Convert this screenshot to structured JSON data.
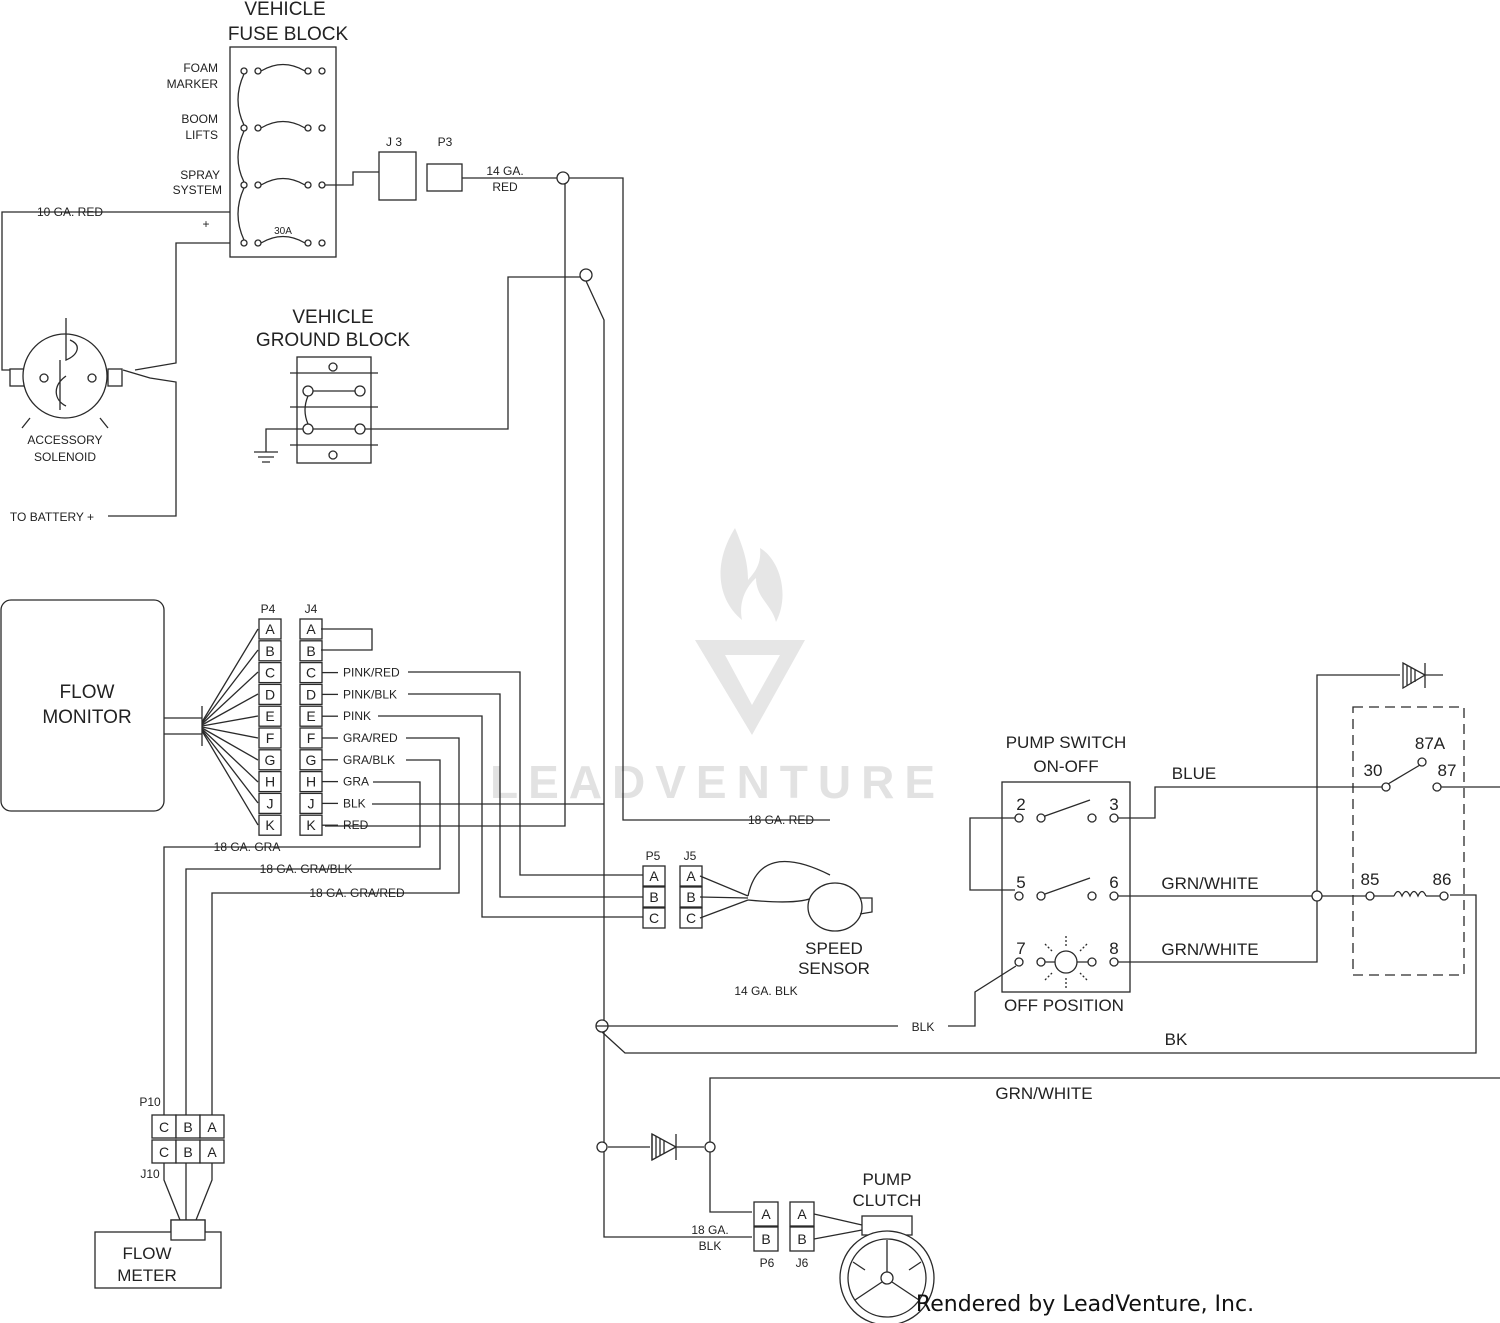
{
  "watermark": {
    "text": "LEADVENTURE"
  },
  "fuse_block": {
    "title_line1": "VEHICLE",
    "title_line2": "FUSE BLOCK",
    "foam_marker_1": "FOAM",
    "foam_marker_2": "MARKER",
    "boom_lifts_1": "BOOM",
    "boom_lifts_2": "LIFTS",
    "spray_system_1": "SPRAY",
    "spray_system_2": "SYSTEM",
    "fuse_rating": "30A",
    "plus": "+"
  },
  "connectors": {
    "j3": "J 3",
    "p3": "P3",
    "p4": "P4",
    "j4": "J4",
    "p5": "P5",
    "j5": "J5",
    "p10": "P10",
    "j10": "J10",
    "p6": "P6",
    "j6": "J6",
    "p4_pins": [
      "A",
      "B",
      "C",
      "D",
      "E",
      "F",
      "G",
      "H",
      "J",
      "K"
    ],
    "p5_pins": [
      "A",
      "B",
      "C"
    ],
    "p6_pins": [
      "A",
      "B"
    ],
    "p10_pins": [
      "C",
      "B",
      "A"
    ]
  },
  "wires": {
    "red_10ga": "10 GA. RED",
    "red_14ga_1": "14 GA.",
    "red_14ga_2": "RED",
    "to_battery": "TO BATTERY +",
    "j4_labels": [
      "",
      "",
      "PINK/RED",
      "PINK/BLK",
      "PINK",
      "GRA/RED",
      "GRA/BLK",
      "GRA",
      "BLK",
      "RED"
    ],
    "gra_18ga": "18 GA. GRA",
    "grablk_18ga": "18 GA. GRA/BLK",
    "grared_18ga": "18 GA. GRA/RED",
    "red_18ga": "18 GA. RED",
    "blue": "BLUE",
    "grn_white_1": "GRN/WHITE",
    "grn_white_2": "GRN/WHITE",
    "grn_white_3": "GRN/WHITE",
    "blk_14ga": "14 GA. BLK",
    "blk": "BLK",
    "bk": "BK",
    "blk_18ga_1": "18 GA.",
    "blk_18ga_2": "BLK"
  },
  "solenoid": {
    "line1": "ACCESSORY",
    "line2": "SOLENOID"
  },
  "ground_block": {
    "line1": "VEHICLE",
    "line2": "GROUND BLOCK"
  },
  "flow_monitor": {
    "line1": "FLOW",
    "line2": "MONITOR"
  },
  "flow_meter": {
    "line1": "FLOW",
    "line2": "METER"
  },
  "speed_sensor": {
    "line1": "SPEED",
    "line2": "SENSOR"
  },
  "pump_switch": {
    "line1": "PUMP SWITCH",
    "line2": "ON-OFF",
    "t2": "2",
    "t3": "3",
    "t5": "5",
    "t6": "6",
    "t7": "7",
    "t8": "8",
    "off_position": "OFF POSITION"
  },
  "relay": {
    "t87a": "87A",
    "t30": "30",
    "t87": "87",
    "t85": "85",
    "t86": "86"
  },
  "pump_clutch": {
    "line1": "PUMP",
    "line2": "CLUTCH"
  },
  "footer": {
    "text": "Rendered by LeadVenture, Inc."
  }
}
